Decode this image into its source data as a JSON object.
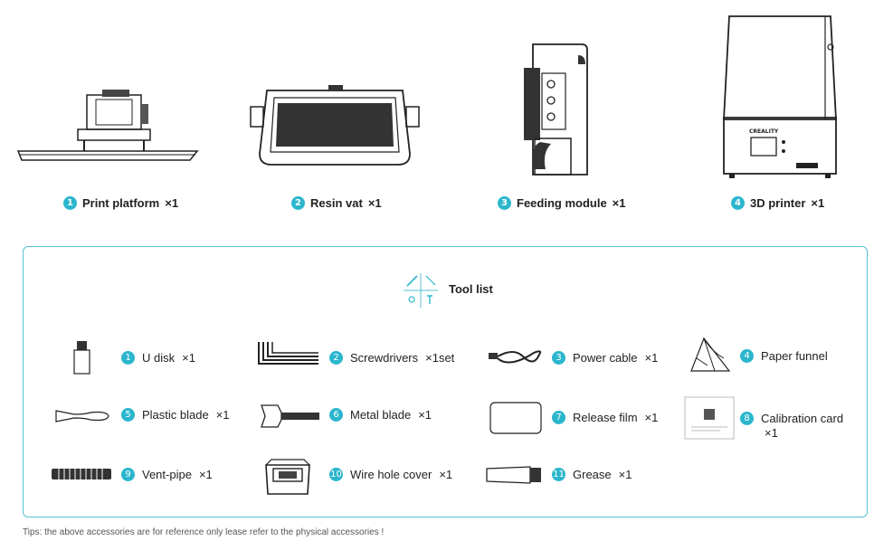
{
  "top_items": [
    {
      "num": "1",
      "label": "Print platform",
      "qty": "×1"
    },
    {
      "num": "2",
      "label": "Resin vat",
      "qty": "×1"
    },
    {
      "num": "3",
      "label": "Feeding module",
      "qty": "×1"
    },
    {
      "num": "4",
      "label": "3D printer",
      "qty": "×1"
    }
  ],
  "tool_list": {
    "title": "Tool list",
    "items": [
      {
        "num": "1",
        "label": "U disk",
        "qty": "×1"
      },
      {
        "num": "2",
        "label": "Screwdrivers",
        "qty": "×1set"
      },
      {
        "num": "3",
        "label": "Power cable",
        "qty": "×1"
      },
      {
        "num": "4",
        "label": "Paper funnel",
        "qty": ""
      },
      {
        "num": "5",
        "label": "Plastic blade",
        "qty": "×1"
      },
      {
        "num": "6",
        "label": "Metal blade",
        "qty": "×1"
      },
      {
        "num": "7",
        "label": "Release film",
        "qty": "×1"
      },
      {
        "num": "8",
        "label": "Calibration card",
        "qty": "×1"
      },
      {
        "num": "9",
        "label": "Vent-pipe",
        "qty": "×1"
      },
      {
        "num": "10",
        "label": "Wire hole cover",
        "qty": "×1"
      },
      {
        "num": "11",
        "label": "Grease",
        "qty": "×1"
      }
    ]
  },
  "printer_brand": "CREALITY",
  "tips": "Tips: the above accessories are for reference only lease refer to the physical accessories !",
  "colors": {
    "accent": "#2bb6cd",
    "border": "#57c3d2"
  }
}
